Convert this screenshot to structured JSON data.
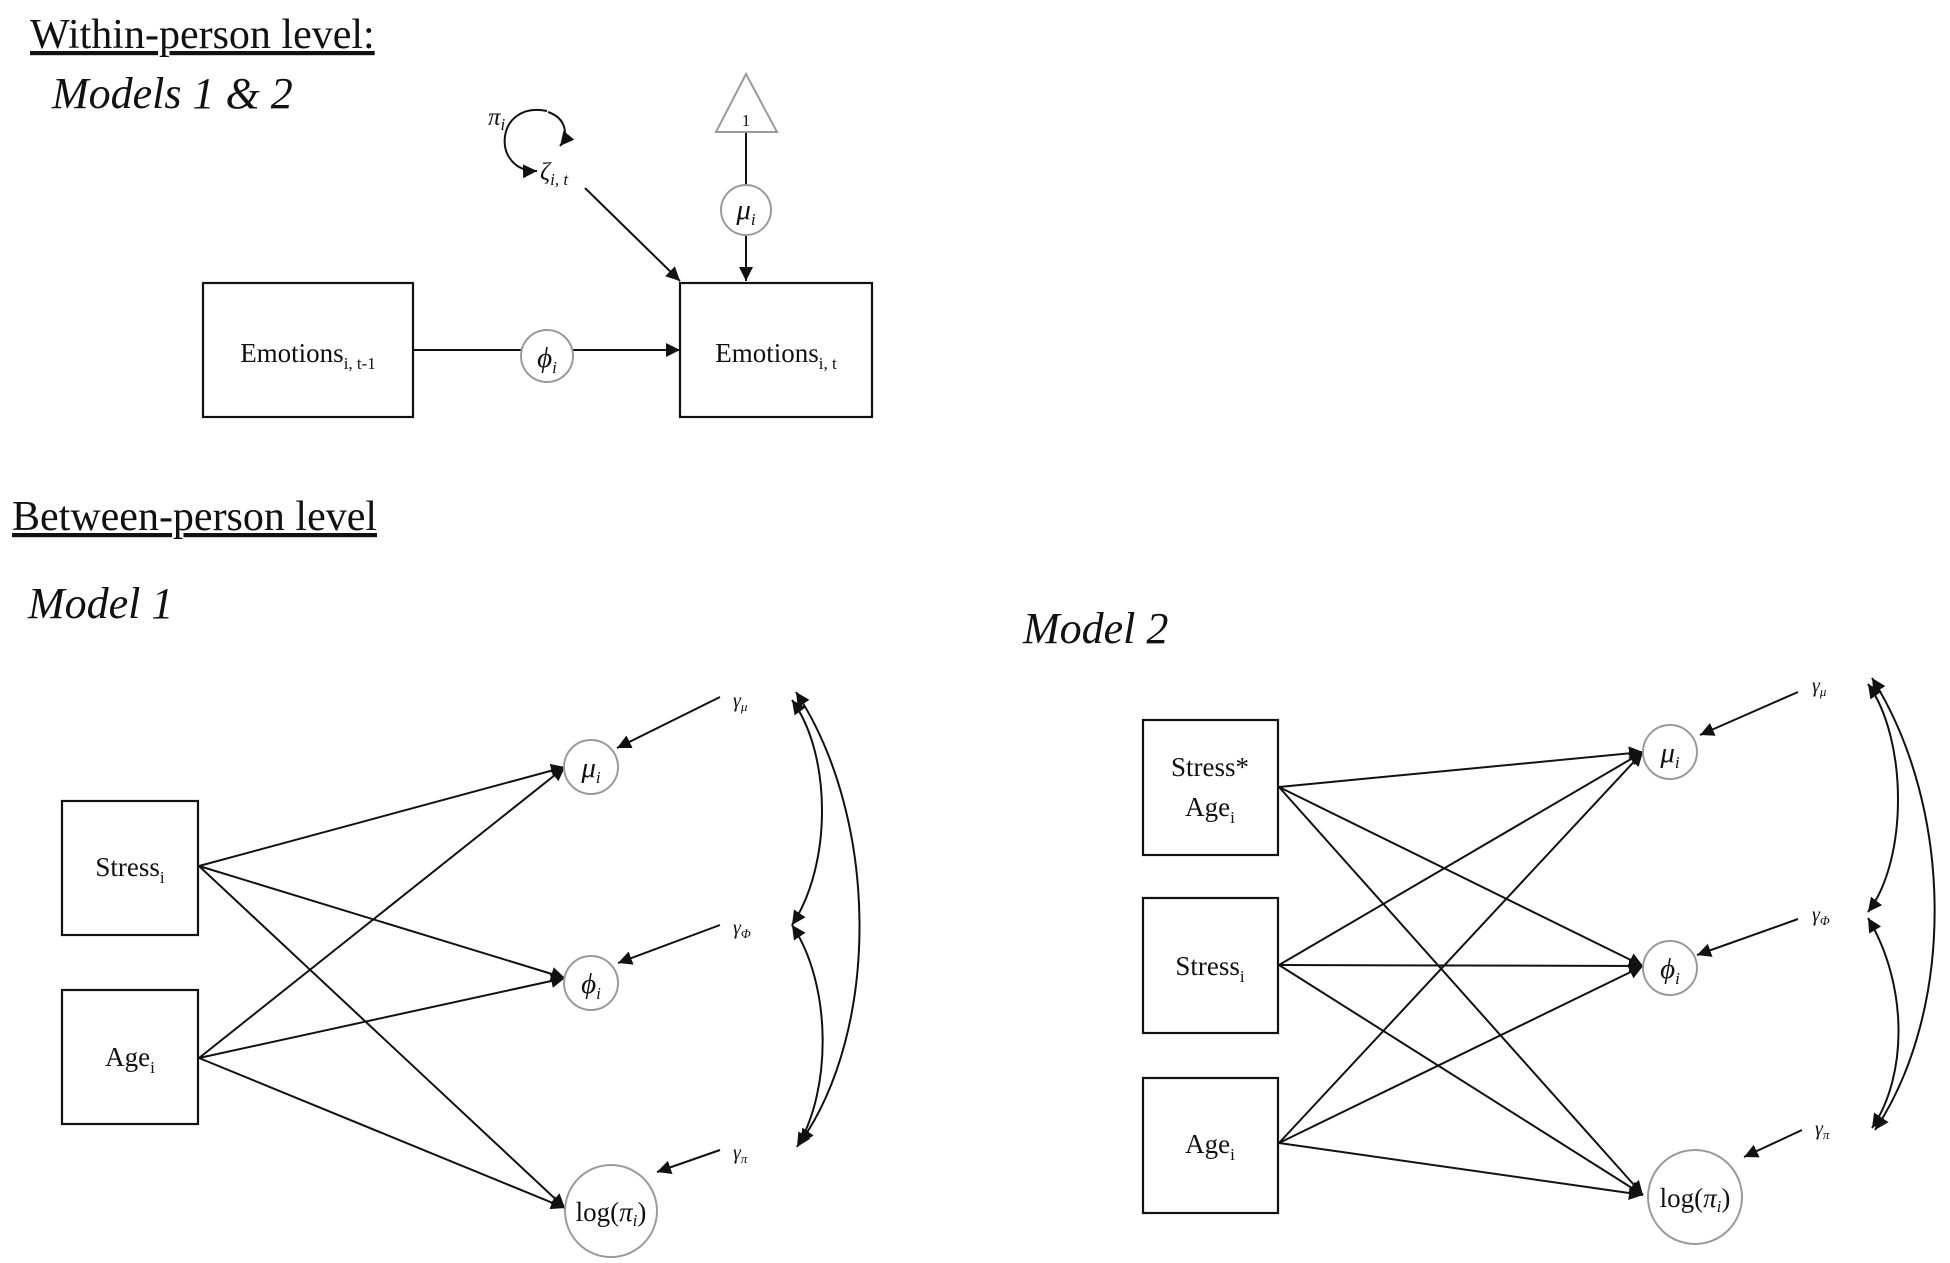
{
  "within": {
    "heading": "Within-person level:",
    "model_label": "Models 1 & 2",
    "box_prev": {
      "label": "Emotions",
      "sub": "i, t-1"
    },
    "box_curr": {
      "label": "Emotions",
      "sub": "i, t"
    },
    "phi": {
      "sym": "ϕ",
      "sub": "i"
    },
    "mu": {
      "sym": "μ",
      "sub": "i"
    },
    "one": "1",
    "pi": {
      "sym": "π",
      "sub": "i"
    },
    "zeta": {
      "sym": "ζ",
      "sub": "i, t"
    }
  },
  "between": {
    "heading": "Between-person level",
    "model1": {
      "label": "Model 1",
      "stress": {
        "label": "Stress",
        "sub": "i"
      },
      "age": {
        "label": "Age",
        "sub": "i"
      },
      "mu": {
        "sym": "μ",
        "sub": "i"
      },
      "phi": {
        "sym": "ϕ",
        "sub": "i"
      },
      "logpi": {
        "pre": "log(",
        "sym": "π",
        "sub": "i",
        "post": ")"
      },
      "gamma_mu": {
        "sym": "γ",
        "sub": "μ"
      },
      "gamma_phi": {
        "sym": "γ",
        "sub": "Φ"
      },
      "gamma_pi": {
        "sym": "γ",
        "sub": "π"
      }
    },
    "model2": {
      "label": "Model 2",
      "stressage": {
        "line1": "Stress*",
        "line2": "Age",
        "sub": "i"
      },
      "stress": {
        "label": "Stress",
        "sub": "i"
      },
      "age": {
        "label": "Age",
        "sub": "i"
      },
      "mu": {
        "sym": "μ",
        "sub": "i"
      },
      "phi": {
        "sym": "ϕ",
        "sub": "i"
      },
      "logpi": {
        "pre": "log(",
        "sym": "π",
        "sub": "i",
        "post": ")"
      },
      "gamma_mu": {
        "sym": "γ",
        "sub": "μ"
      },
      "gamma_phi": {
        "sym": "γ",
        "sub": "Φ"
      },
      "gamma_pi": {
        "sym": "γ",
        "sub": "π"
      }
    }
  }
}
